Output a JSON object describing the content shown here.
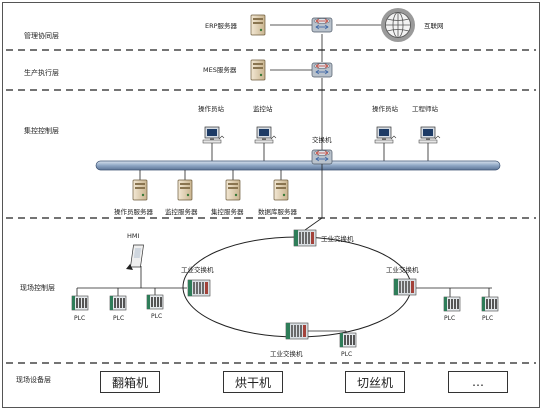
{
  "layers": {
    "management": "管理协同层",
    "production": "生产执行层",
    "centralized": "集控控制层",
    "field_control": "现场控制层",
    "field_device": "现场设备层"
  },
  "servers": {
    "erp": "ERP服务器",
    "mes": "MES服务器",
    "internet": "互联网"
  },
  "control_stations": {
    "operator_left": "操作员站",
    "monitor": "监控站",
    "operator_right": "操作员站",
    "engineer": "工程师站",
    "switch": "交换机"
  },
  "server_row": {
    "operator_server": "操作员服务器",
    "monitor_server": "监控服务器",
    "central_server": "集控服务器",
    "data_server": "数据库服务器"
  },
  "field": {
    "hmi": "HMI",
    "ind_switch": "工业交换机",
    "plc": "PLC"
  },
  "devices": [
    "翻箱机",
    "烘干机",
    "切丝机",
    "…"
  ]
}
